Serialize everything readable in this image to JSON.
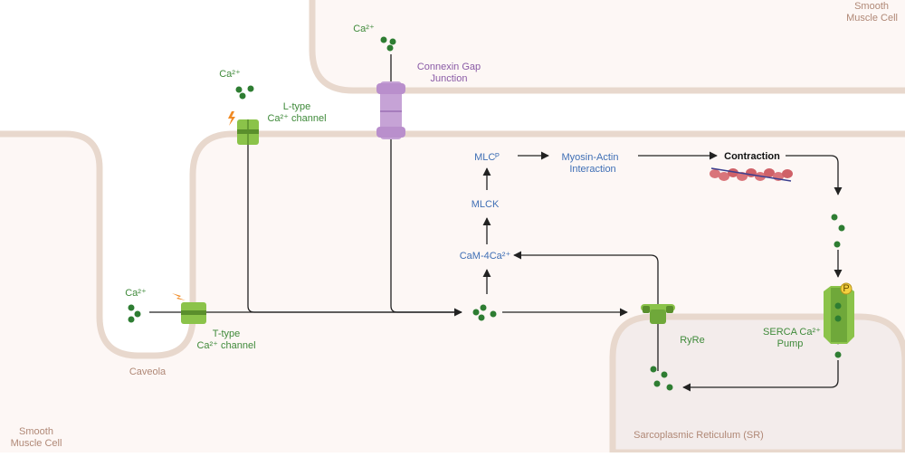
{
  "labels": {
    "smooth_muscle_top": [
      "Smooth",
      "Muscle Cell"
    ],
    "smooth_muscle_bottom": [
      "Smooth",
      "Muscle Cell"
    ],
    "ca_gap": "Ca²⁺",
    "ca_ltype": "Ca²⁺",
    "ca_ttype": "Ca²⁺",
    "connexin": [
      "Connexin Gap",
      "Junction"
    ],
    "ltype": [
      "L-type",
      "Ca²⁺ channel"
    ],
    "ttype": [
      "T-type",
      "Ca²⁺ channel"
    ],
    "caveola": "Caveola",
    "mlcp": "MLCᴾ",
    "myosin_actin": [
      "Myosin-Actin",
      "Interaction"
    ],
    "contraction": "Contraction",
    "mlck": "MLCK",
    "cam": "CaM-4Ca²⁺",
    "ryre": "RyRe",
    "serca": [
      "SERCA Ca²⁺",
      "Pump"
    ],
    "sr": "Sarcoplasmic Reticulum (SR)",
    "pump_p": "P"
  },
  "colors": {
    "membrane": "#e8d8cd",
    "membrane_edge": "#d9c2b2",
    "cell_fill": "#fdf7f5",
    "sr_fill": "#f3eceb",
    "ion": "#2e7d32",
    "channel": "#8bc34a",
    "channel_dark": "#5a8f2c",
    "gap_junction": "#c6a3d6",
    "arrow": "#222222",
    "label_brown": "#b08876",
    "label_green": "#3f8a3a",
    "label_blue": "#3f6fb5",
    "label_purple": "#8a5ba6"
  },
  "icons": [
    "calcium-ion-icon",
    "lightning-bolt-icon",
    "l-type-channel-icon",
    "t-type-channel-icon",
    "gap-junction-icon",
    "ryanodine-receptor-icon",
    "serca-pump-icon",
    "actin-myosin-filament-icon",
    "phosphate-icon"
  ]
}
